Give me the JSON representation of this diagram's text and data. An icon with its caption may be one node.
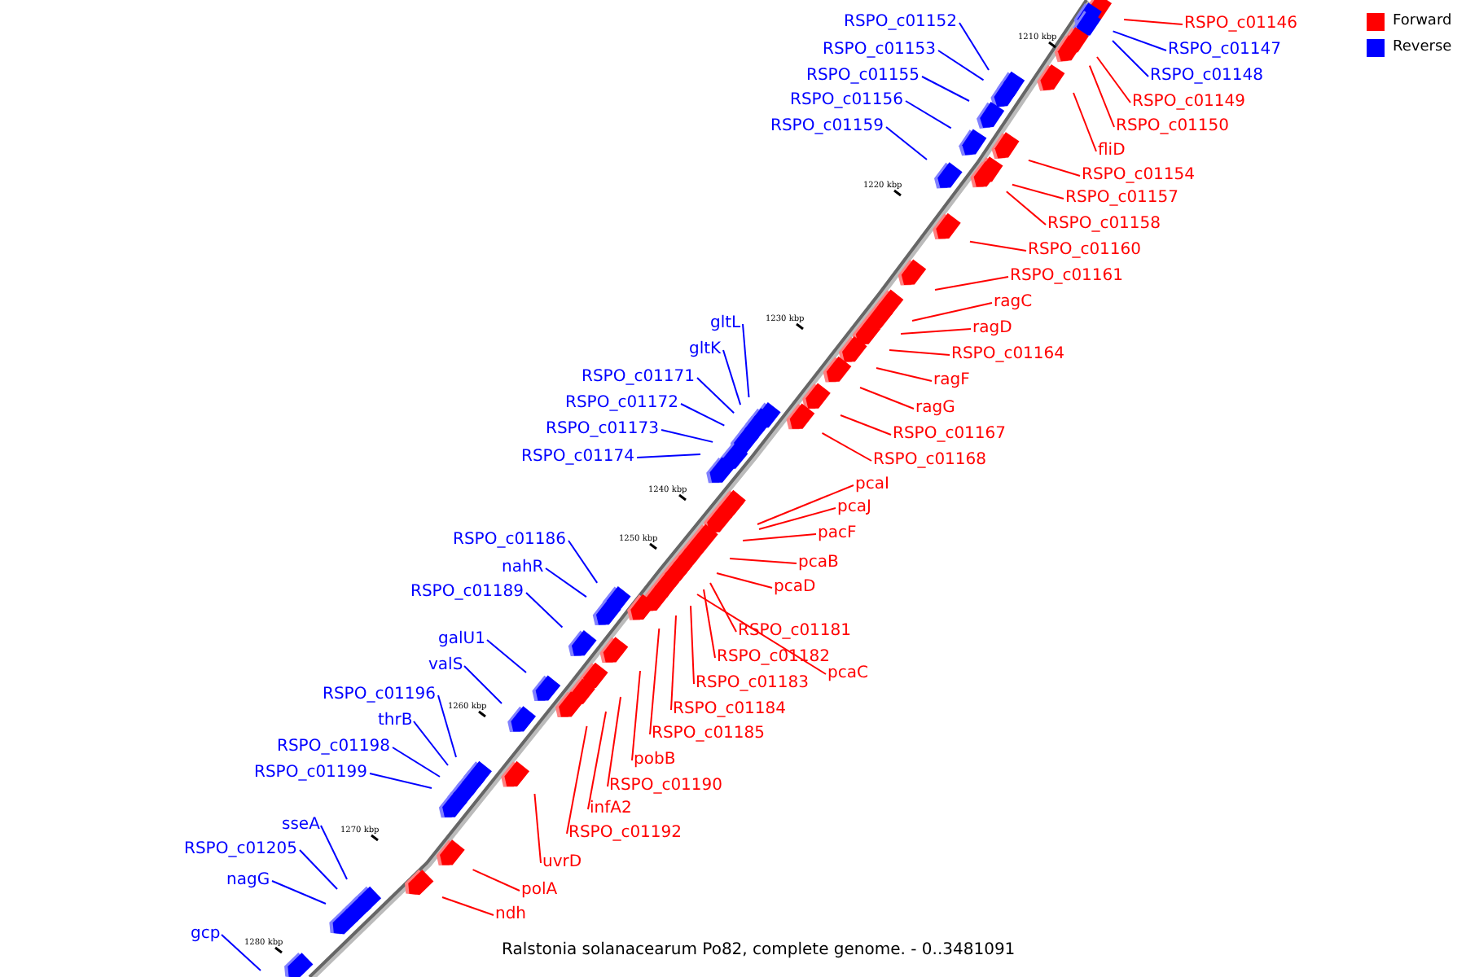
{
  "diagram": {
    "caption": "Ralstonia solanacearum Po82, complete genome. - 0..3481091",
    "nodes": [
      {
        "text": [
          "RSPO_c01146"
        ]
      },
      {
        "text": [
          "RSPO_c01147"
        ]
      },
      {
        "text": [
          "RSPO_c01148"
        ]
      },
      {
        "text": [
          "RSPO_c01149"
        ]
      },
      {
        "text": [
          "RSPO_c01150"
        ]
      },
      {
        "text": [
          "fliD"
        ]
      },
      {
        "text": [
          "RSPO_c01154"
        ]
      },
      {
        "text": [
          "RSPO_c01157"
        ]
      },
      {
        "text": [
          "RSPO_c01158"
        ]
      },
      {
        "text": [
          "RSPO_c01160"
        ]
      },
      {
        "text": [
          "RSPO_c01161"
        ]
      },
      {
        "text": [
          "ragC"
        ]
      },
      {
        "text": [
          "ragD"
        ]
      },
      {
        "text": [
          "RSPO_c01164"
        ]
      },
      {
        "text": [
          "ragF"
        ]
      },
      {
        "text": [
          "ragG"
        ]
      },
      {
        "text": [
          "RSPO_c01167"
        ]
      },
      {
        "text": [
          "RSPO_c01168"
        ]
      },
      {
        "text": [
          "pcaI"
        ]
      },
      {
        "text": [
          "pcaJ"
        ]
      },
      {
        "text": [
          "pacF"
        ]
      },
      {
        "text": [
          "pcaB"
        ]
      },
      {
        "text": [
          "pcaD"
        ]
      },
      {
        "text": [
          "RSPO_c01181"
        ]
      },
      {
        "text": [
          "RSPO_c01182"
        ]
      },
      {
        "text": [
          "pcaC"
        ]
      },
      {
        "text": [
          "RSPO_c01183"
        ]
      },
      {
        "text": [
          "RSPO_c01184"
        ]
      },
      {
        "text": [
          "RSPO_c01185"
        ]
      },
      {
        "text": [
          "pobB"
        ]
      },
      {
        "text": [
          "RSPO_c01190"
        ]
      },
      {
        "text": [
          "infA2"
        ]
      },
      {
        "text": [
          "RSPO_c01192"
        ]
      },
      {
        "text": [
          "uvrD"
        ]
      },
      {
        "text": [
          "polA"
        ]
      },
      {
        "text": [
          "ndh"
        ]
      },
      {
        "text": [
          "RSPO_c01152"
        ]
      },
      {
        "text": [
          "RSPO_c01153"
        ]
      },
      {
        "text": [
          "RSPO_c01155"
        ]
      },
      {
        "text": [
          "RSPO_c01156"
        ]
      },
      {
        "text": [
          "RSPO_c01159"
        ]
      },
      {
        "text": [
          "gltL"
        ]
      },
      {
        "text": [
          "gltK"
        ]
      },
      {
        "text": [
          "RSPO_c01171"
        ]
      },
      {
        "text": [
          "RSPO_c01172"
        ]
      },
      {
        "text": [
          "RSPO_c01173"
        ]
      },
      {
        "text": [
          "RSPO_c01174"
        ]
      },
      {
        "text": [
          "RSPO_c01186"
        ]
      },
      {
        "text": [
          "nahR"
        ]
      },
      {
        "text": [
          "RSPO_c01189"
        ]
      },
      {
        "text": [
          "galU1"
        ]
      },
      {
        "text": [
          "valS"
        ]
      },
      {
        "text": [
          "RSPO_c01196"
        ]
      },
      {
        "text": [
          "thrB"
        ]
      },
      {
        "text": [
          "RSPO_c01198"
        ]
      },
      {
        "text": [
          "RSPO_c01199"
        ]
      },
      {
        "text": [
          "sseA"
        ]
      },
      {
        "text": [
          "RSPO_c01205"
        ]
      },
      {
        "text": [
          "nagG"
        ]
      },
      {
        "text": [
          "gcp"
        ]
      }
    ],
    "edges": [
      {
        "from": 0,
        "to": null,
        "arrow": "none"
      },
      {
        "from": 1,
        "to": null,
        "arrow": "none",
        "color": "#0000ff"
      },
      {
        "from": 2,
        "to": null,
        "arrow": "none",
        "color": "#0000ff"
      },
      {
        "from": 3,
        "to": null,
        "arrow": "none"
      },
      {
        "from": 4,
        "to": null,
        "arrow": "none"
      },
      {
        "from": 5,
        "to": null,
        "arrow": "none"
      },
      {
        "from": 6,
        "to": null,
        "arrow": "none"
      },
      {
        "from": 7,
        "to": null,
        "arrow": "none"
      },
      {
        "from": 8,
        "to": null,
        "arrow": "none"
      },
      {
        "from": 9,
        "to": null,
        "arrow": "none"
      },
      {
        "from": 10,
        "to": null,
        "arrow": "none"
      },
      {
        "from": 11,
        "to": null,
        "arrow": "none"
      },
      {
        "from": 12,
        "to": null,
        "arrow": "none"
      },
      {
        "from": 13,
        "to": null,
        "arrow": "none"
      },
      {
        "from": 14,
        "to": null,
        "arrow": "none"
      },
      {
        "from": 15,
        "to": null,
        "arrow": "none"
      },
      {
        "from": 16,
        "to": null,
        "arrow": "none"
      },
      {
        "from": 17,
        "to": null,
        "arrow": "none"
      },
      {
        "from": 18,
        "to": null,
        "arrow": "none"
      },
      {
        "from": 19,
        "to": null,
        "arrow": "none"
      },
      {
        "from": 20,
        "to": null,
        "arrow": "none"
      },
      {
        "from": 21,
        "to": null,
        "arrow": "none"
      },
      {
        "from": 22,
        "to": null,
        "arrow": "none"
      },
      {
        "from": 23,
        "to": null,
        "arrow": "none"
      },
      {
        "from": 24,
        "to": null,
        "arrow": "none"
      },
      {
        "from": 25,
        "to": null,
        "arrow": "none"
      },
      {
        "from": 26,
        "to": null,
        "arrow": "none"
      },
      {
        "from": 27,
        "to": null,
        "arrow": "none"
      },
      {
        "from": 28,
        "to": null,
        "arrow": "none"
      },
      {
        "from": 29,
        "to": null,
        "arrow": "none"
      },
      {
        "from": 30,
        "to": null,
        "arrow": "none"
      },
      {
        "from": 31,
        "to": null,
        "arrow": "none"
      },
      {
        "from": 32,
        "to": null,
        "arrow": "none"
      },
      {
        "from": 33,
        "to": null,
        "arrow": "none"
      },
      {
        "from": 34,
        "to": null,
        "arrow": "none"
      },
      {
        "from": 35,
        "to": null,
        "arrow": "none"
      },
      {
        "from": 36,
        "to": null,
        "arrow": "none",
        "color": "#0000ff"
      },
      {
        "from": 37,
        "to": null,
        "arrow": "none",
        "color": "#0000ff"
      },
      {
        "from": 38,
        "to": null,
        "arrow": "none",
        "color": "#0000ff"
      },
      {
        "from": 39,
        "to": null,
        "arrow": "none",
        "color": "#0000ff"
      },
      {
        "from": 40,
        "to": null,
        "arrow": "none",
        "color": "#0000ff"
      },
      {
        "from": 41,
        "to": null,
        "arrow": "none",
        "color": "#0000ff"
      },
      {
        "from": 42,
        "to": null,
        "arrow": "none",
        "color": "#0000ff"
      },
      {
        "from": 43,
        "to": null,
        "arrow": "none",
        "color": "#0000ff"
      },
      {
        "from": 44,
        "to": null,
        "arrow": "none",
        "color": "#0000ff"
      },
      {
        "from": 45,
        "to": null,
        "arrow": "none",
        "color": "#0000ff"
      },
      {
        "from": 46,
        "to": null,
        "arrow": "none",
        "color": "#0000ff"
      },
      {
        "from": 47,
        "to": null,
        "arrow": "none",
        "color": "#0000ff"
      },
      {
        "from": 48,
        "to": null,
        "arrow": "none",
        "color": "#0000ff"
      },
      {
        "from": 49,
        "to": null,
        "arrow": "none",
        "color": "#0000ff"
      },
      {
        "from": 50,
        "to": null,
        "arrow": "none",
        "color": "#0000ff"
      },
      {
        "from": 51,
        "to": null,
        "arrow": "none",
        "color": "#0000ff"
      },
      {
        "from": 52,
        "to": null,
        "arrow": "none",
        "color": "#0000ff"
      },
      {
        "from": 53,
        "to": null,
        "arrow": "none",
        "color": "#0000ff"
      },
      {
        "from": 54,
        "to": null,
        "arrow": "none",
        "color": "#0000ff"
      },
      {
        "from": 55,
        "to": null,
        "arrow": "none",
        "color": "#0000ff"
      },
      {
        "from": 56,
        "to": null,
        "arrow": "none",
        "color": "#0000ff"
      },
      {
        "from": 57,
        "to": null,
        "arrow": "none",
        "color": "#0000ff"
      },
      {
        "from": 58,
        "to": null,
        "arrow": "none",
        "color": "#0000ff"
      },
      {
        "from": 59,
        "to": null,
        "arrow": "none",
        "color": "#0000ff"
      }
    ],
    "labels": [
      "1210 kbp",
      "1220 kbp",
      "1230 kbp",
      "1240 kbp",
      "1250 kbp",
      "1260 kbp",
      "1270 kbp",
      "1280 kbp"
    ],
    "legend": [
      {
        "text": "Forward",
        "color": "#ff0000"
      },
      {
        "text": "Reverse",
        "color": "#0000ff"
      }
    ]
  }
}
